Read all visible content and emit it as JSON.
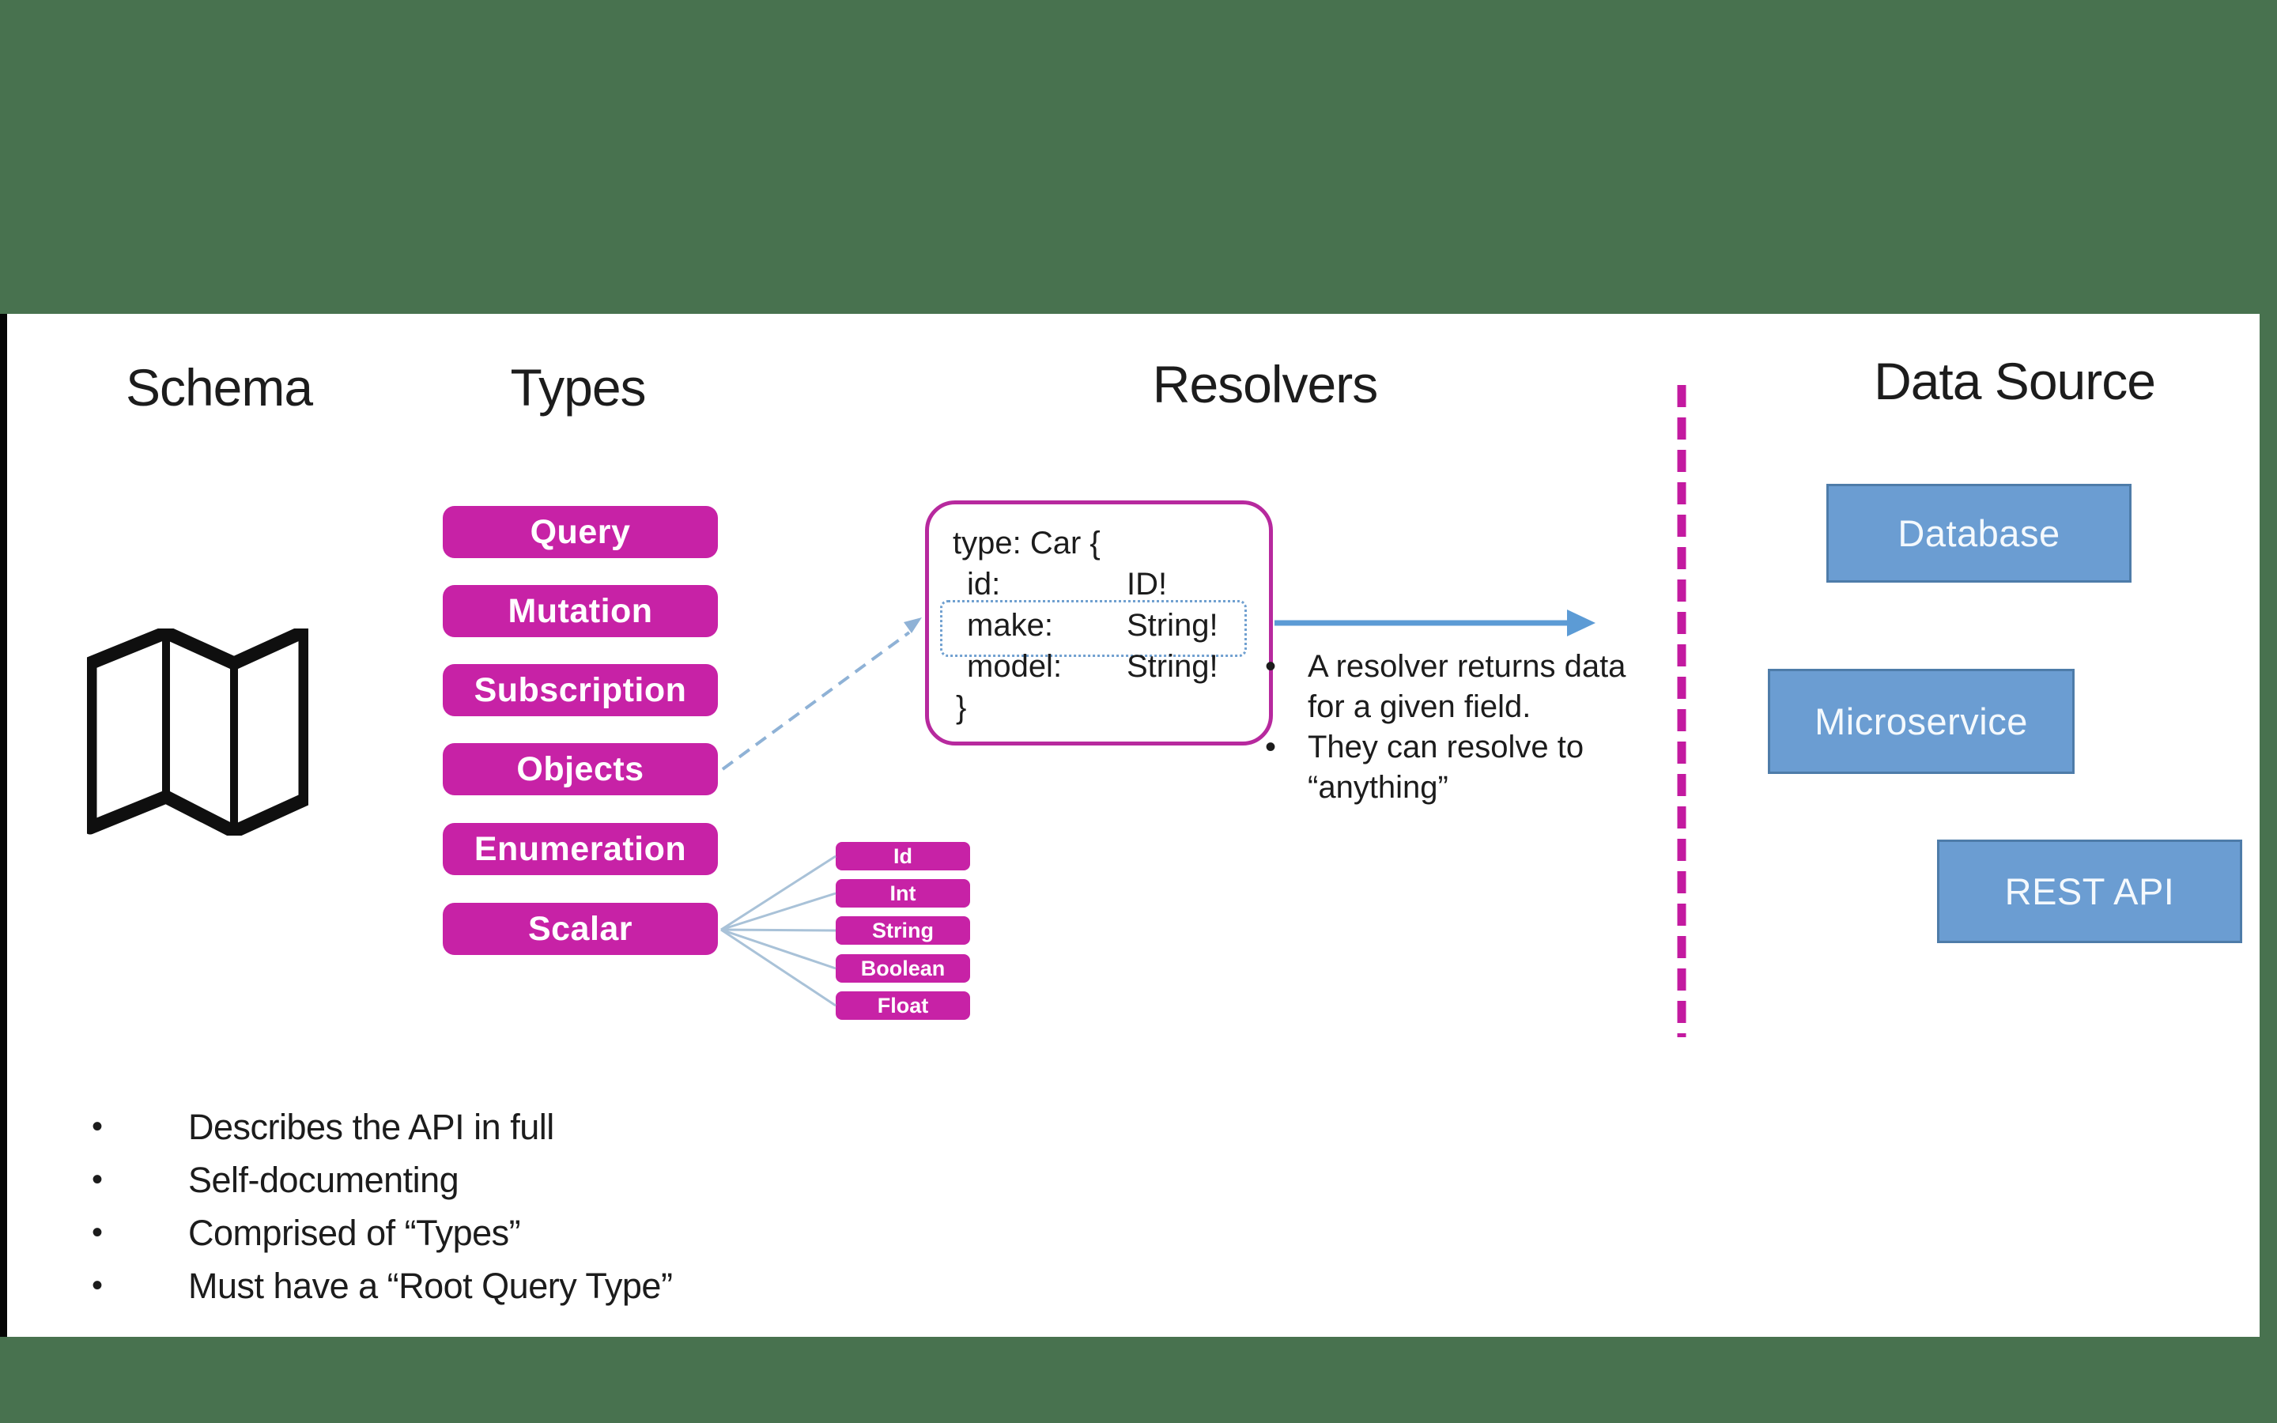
{
  "slide": {
    "headings": {
      "schema": "Schema",
      "types": "Types",
      "resolvers": "Resolvers",
      "data_source": "Data Source"
    }
  },
  "types_column": {
    "buttons": [
      "Query",
      "Mutation",
      "Subscription",
      "Objects",
      "Enumeration",
      "Scalar"
    ]
  },
  "scalar_types": [
    "Id",
    "Int",
    "String",
    "Boolean",
    "Float"
  ],
  "code_box": {
    "open_line": "type: Car {",
    "fields": [
      {
        "name": "id:",
        "type": "ID!"
      },
      {
        "name": "make:",
        "type": "String!"
      },
      {
        "name": "model:",
        "type": "String!"
      }
    ],
    "close_line": "}"
  },
  "resolver_notes": [
    {
      "lines": [
        "A resolver returns data",
        "for a given field."
      ]
    },
    {
      "lines": [
        "They can resolve to",
        "“anything”"
      ]
    }
  ],
  "data_sources": [
    "Database",
    "Microservice",
    "REST API"
  ],
  "schema_bullets": [
    "Describes the API in full",
    "Self-documenting",
    "Comprised of “Types”",
    "Must have a “Root Query Type”"
  ],
  "colors": {
    "surround_green": "#48724F",
    "magenta": "#C722A6",
    "separator_magenta": "#C31AA0",
    "blue_box_fill": "#6B9DD2",
    "blue_box_border": "#4E7CA9",
    "arrow_blue": "#5C9BD5",
    "dotted_highlight_blue": "#70A0D0",
    "icon_black": "#0f0f0f"
  }
}
